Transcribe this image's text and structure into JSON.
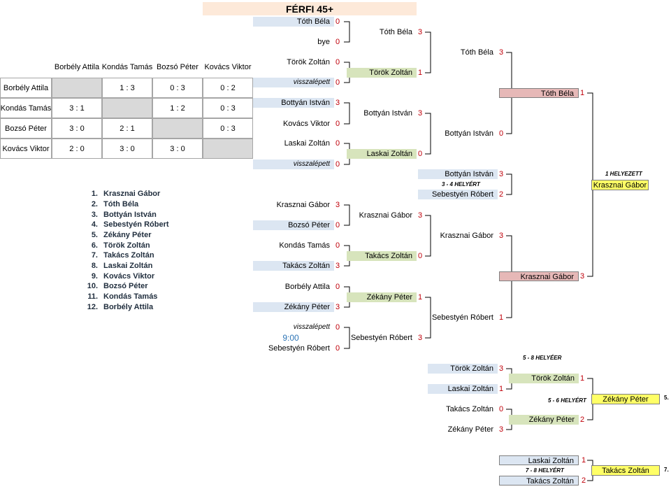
{
  "title": "FÉRFI 45+",
  "round_robin": {
    "headers": [
      "Borbély Attila",
      "Kondás Tamás",
      "Bozsó Péter",
      "Kovács Viktor"
    ],
    "rows": [
      {
        "name": "Borbély Attila",
        "cells": [
          "",
          "1 : 3",
          "0 : 3",
          "0 : 2"
        ]
      },
      {
        "name": "Kondás Tamás",
        "cells": [
          "3 : 1",
          "",
          "1 : 2",
          "0 : 3"
        ]
      },
      {
        "name": "Bozsó Péter",
        "cells": [
          "3 : 0",
          "2 : 1",
          "",
          "0 : 3"
        ]
      },
      {
        "name": "Kovács Viktor",
        "cells": [
          "2 : 0",
          "3 : 0",
          "3 : 0",
          ""
        ]
      }
    ]
  },
  "ranking": [
    {
      "num": "1.",
      "name": "Krasznai Gábor"
    },
    {
      "num": "2.",
      "name": "Tóth Béla"
    },
    {
      "num": "3.",
      "name": "Bottyán István"
    },
    {
      "num": "4.",
      "name": "Sebestyén Róbert"
    },
    {
      "num": "5.",
      "name": "Zékány Péter"
    },
    {
      "num": "6.",
      "name": "Török Zoltán"
    },
    {
      "num": "7.",
      "name": "Takács Zoltán"
    },
    {
      "num": "8.",
      "name": "Laskai Zoltán"
    },
    {
      "num": "9.",
      "name": "Kovács Viktor"
    },
    {
      "num": "10.",
      "name": "Bozsó Péter"
    },
    {
      "num": "11.",
      "name": "Kondás Tamás"
    },
    {
      "num": "12.",
      "name": "Borbély Attila"
    }
  ],
  "bracket": {
    "r1": [
      {
        "name": "Tóth Béla",
        "score": "0"
      },
      {
        "name": "bye",
        "score": "0"
      },
      {
        "name": "Török Zoltán",
        "score": "0"
      },
      {
        "name": "visszalépett",
        "score": "0"
      },
      {
        "name": "Bottyán István",
        "score": "3"
      },
      {
        "name": "Kovács Viktor",
        "score": "0"
      },
      {
        "name": "Laskai Zoltán",
        "score": "0"
      },
      {
        "name": "visszalépett",
        "score": "0"
      },
      {
        "name": "Krasznai Gábor",
        "score": "3"
      },
      {
        "name": "Bozsó Péter",
        "score": "0"
      },
      {
        "name": "Kondás Tamás",
        "score": "0"
      },
      {
        "name": "Takács Zoltán",
        "score": "3"
      },
      {
        "name": "Borbély Attila",
        "score": "0"
      },
      {
        "name": "Zékány Péter",
        "score": "3"
      },
      {
        "name": "visszalépett",
        "score": "0"
      },
      {
        "name": "9:00",
        "score": ""
      },
      {
        "name": "Sebestyén Róbert",
        "score": "0"
      }
    ],
    "r2": [
      {
        "name": "Tóth Béla",
        "score": "3"
      },
      {
        "name": "Török Zoltán",
        "score": "1"
      },
      {
        "name": "Bottyán István",
        "score": "3"
      },
      {
        "name": "Laskai Zoltán",
        "score": "0"
      },
      {
        "name": "Krasznai Gábor",
        "score": "3"
      },
      {
        "name": "Takács Zoltán",
        "score": "0"
      },
      {
        "name": "Zékány Péter",
        "score": "1"
      },
      {
        "name": "Sebestyén Róbert",
        "score": "3"
      }
    ],
    "r3": [
      {
        "name": "Tóth Béla",
        "score": "3"
      },
      {
        "name": "Bottyán István",
        "score": "0"
      },
      {
        "name": "Krasznai Gábor",
        "score": "3"
      },
      {
        "name": "Sebestyén Róbert",
        "score": "1"
      }
    ],
    "third": [
      {
        "name": "Bottyán István",
        "score": "3"
      },
      {
        "name": "Sebestyén Róbert",
        "score": "2"
      }
    ],
    "third_label": "3 - 4 HELYÉRT",
    "final": [
      {
        "name": "Tóth Béla",
        "score": "1"
      },
      {
        "name": "Krasznai Gábor",
        "score": "3"
      }
    ],
    "champion_label": "1 HELYEZETT",
    "champion": "Krasznai Gábor",
    "p58_label": "5 - 8 HELYÉER",
    "p58": [
      {
        "name": "Török Zoltán",
        "score": "3"
      },
      {
        "name": "Laskai Zoltán",
        "score": "1"
      },
      {
        "name": "Takács Zoltán",
        "score": "0"
      },
      {
        "name": "Zékány Péter",
        "score": "3"
      }
    ],
    "p58_r2": [
      {
        "name": "Török Zoltán",
        "score": "1"
      },
      {
        "name": "Zékány Péter",
        "score": "2"
      }
    ],
    "p56_label": "5 - 6 HELYÉRT",
    "p56_winner": "Zékány Péter",
    "p56_place": "5.",
    "p78": [
      {
        "name": "Laskai Zoltán",
        "score": "1"
      },
      {
        "name": "Takács Zoltán",
        "score": "2"
      }
    ],
    "p78_label": "7 - 8 HELYÉRT",
    "p78_winner": "Takács Zoltán",
    "p78_place": "7."
  },
  "colors": {
    "light_blue": "#dce6f2",
    "light_green": "#d7e4bc",
    "pink": "#e6b8b7",
    "yellow": "#ffff66",
    "grey": "#d9d9d9",
    "title_bg": "#fde9d9",
    "score_red": "#c0000a"
  }
}
